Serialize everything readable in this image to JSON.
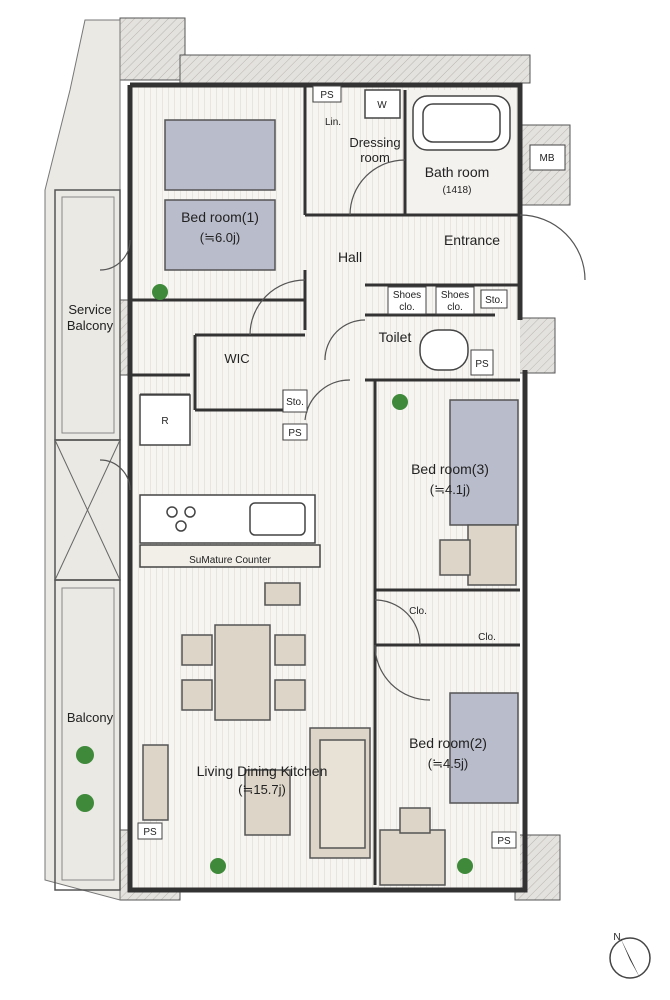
{
  "rooms": {
    "bedroom1": {
      "name": "Bed room(1)",
      "size": "(≒6.0j)"
    },
    "bedroom2": {
      "name": "Bed room(2)",
      "size": "(≒4.5j)"
    },
    "bedroom3": {
      "name": "Bed room(3)",
      "size": "(≒4.1j)"
    },
    "ldk": {
      "name": "Living Dining Kitchen",
      "size": "(≒15.7j)"
    },
    "bathroom": {
      "name": "Bath room",
      "size": "(1418)"
    },
    "dressing": {
      "line1": "Dressing",
      "line2": "room"
    },
    "hall": "Hall",
    "entrance": "Entrance",
    "toilet": "Toilet",
    "wic": "WIC",
    "service_balcony": {
      "line1": "Service",
      "line2": "Balcony"
    },
    "balcony": "Balcony",
    "counter": "SuMature Counter"
  },
  "labels": {
    "ps": "PS",
    "mb": "MB",
    "w": "W",
    "lin": "Lin.",
    "sto": "Sto.",
    "r": "R",
    "clo": "Clo.",
    "shoes_line1": "Shoes",
    "shoes_line2": "clo.",
    "compass_n": "N"
  },
  "colors": {
    "wall": "#3a3a3a",
    "floor": "#f7f5f1",
    "bed": "#b9bccb",
    "furniture": "#ddd6c8",
    "balcony": "#ebe9e4",
    "plant": "#3f8a3a"
  }
}
